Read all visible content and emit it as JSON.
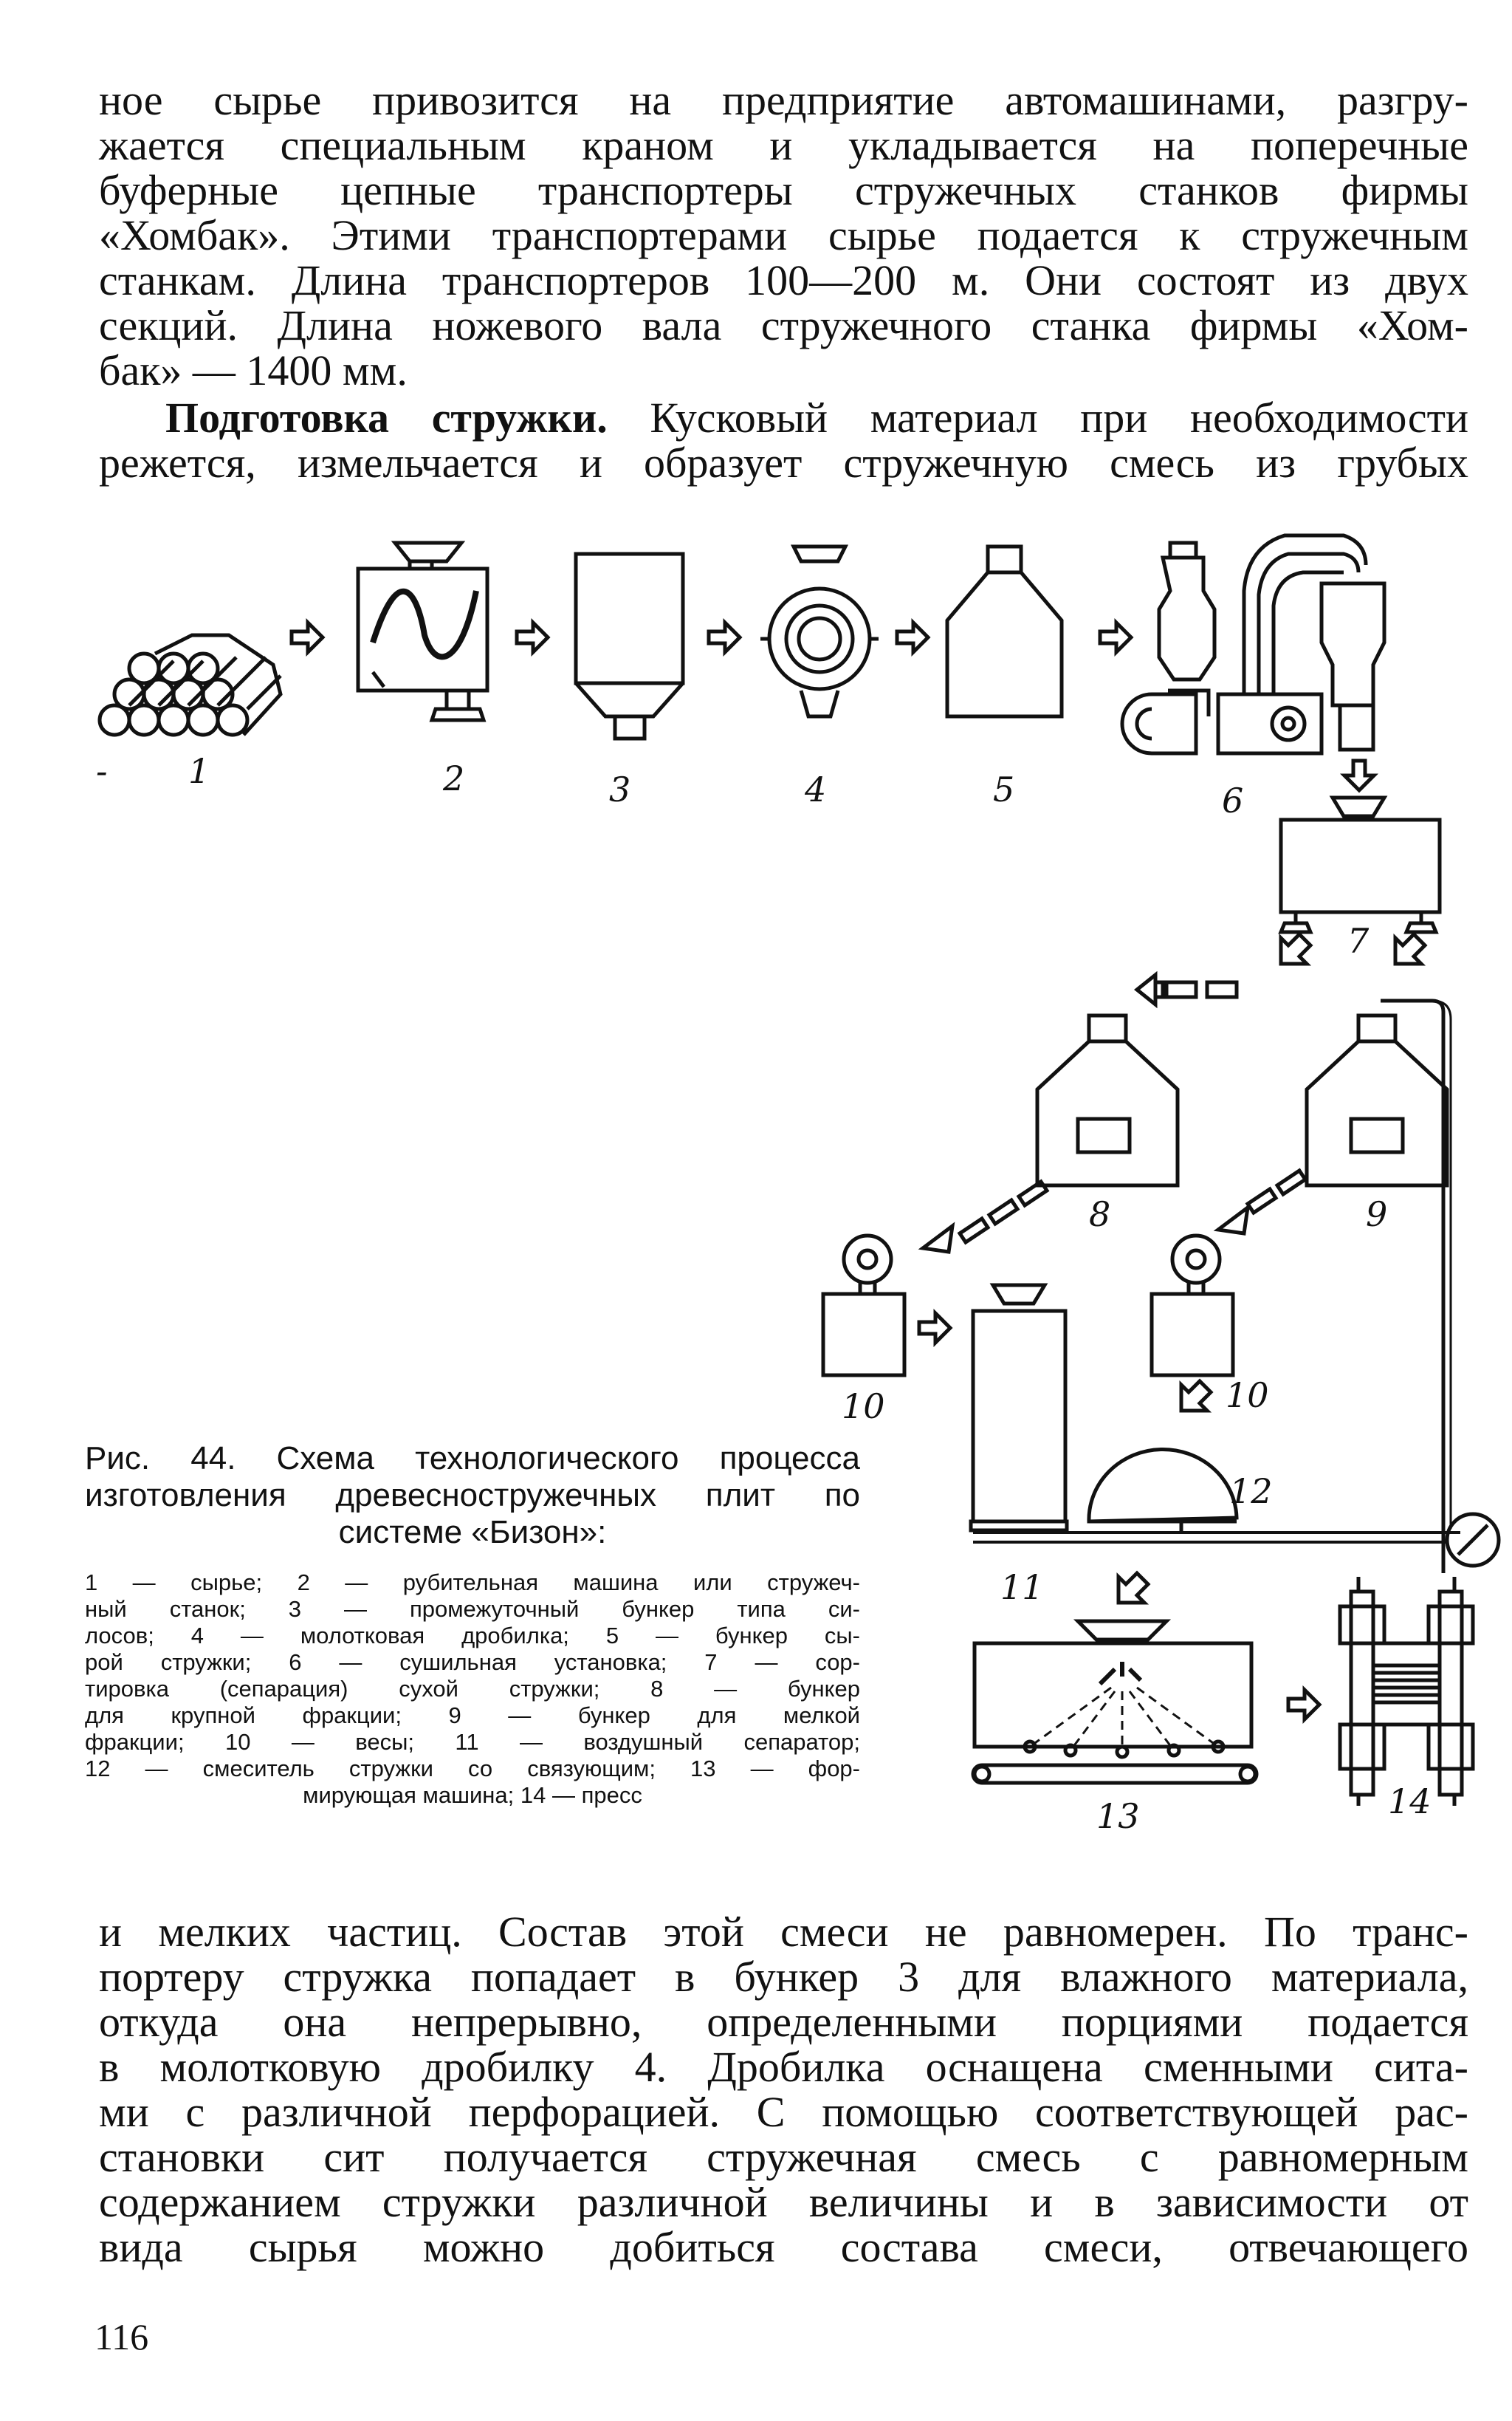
{
  "top_paragraph_lines": [
    "ное сырье привозится на предприятие автомашинами, разгру-",
    "жается специальным краном и укладывается на поперечные",
    "буферные цепные транспортеры стружечных станков фирмы",
    "«Хомбак». Этими транспортерами сырье подается к стружечным",
    "станкам. Длина транспортеров 100—200 м. Они состоят из двух",
    "секций. Длина ножевого вала стружечного станка фирмы «Хом-",
    "бак» — 1400 мм."
  ],
  "section": {
    "heading": "Подготовка стружки.",
    "line1_rest": " Кусковый материал при необходимости",
    "line2": "режется, измельчается и образует стружечную смесь из грубых"
  },
  "figure": {
    "labels": {
      "n1": "1",
      "n2": "2",
      "n3": "3",
      "n4": "4",
      "n5": "5",
      "n6": "6",
      "n7": "7",
      "n8": "8",
      "n9": "9",
      "n10a": "10",
      "n10b": "10",
      "n11": "11",
      "n12": "12",
      "n13": "13",
      "n14": "14"
    },
    "caption": "Рис. 44. Схема технологического процесса изготовления древесностружечных плит по системе «Бизон»:",
    "caption_lines": [
      "Рис. 44. Схема технологического процесса",
      "изготовления древесностружечных плит по",
      "системе «Бизон»:"
    ],
    "legend_lines": [
      "1 — сырье; 2 — рубительная машина или стружеч-",
      "ный станок; 3 — промежуточный бункер типа си-",
      "лосов; 4 — молотковая дробилка; 5 — бункер сы-",
      "рой стружки; 6 — сушильная установка; 7 — сор-",
      "тировка (сепарация) сухой стружки; 8 — бункер",
      "для крупной фракции; 9 — бункер для мелкой",
      "фракции; 10 — весы; 11 — воздушный сепаратор;",
      "12 — смеситель стружки со связующим; 13 — фор-",
      "мирующая машина; 14 — пресс"
    ]
  },
  "bottom_paragraph_lines": [
    "и мелких частиц. Состав этой смеси не равномерен. По транс-",
    "портеру стружка попадает в бункер 3 для влажного материала,",
    "откуда она непрерывно, определенными порциями подается",
    "в молотковую дробилку 4. Дробилка оснащена сменными сита-",
    "ми с различной перфорацией. С помощью соответствующей рас-",
    "становки сит получается стружечная смесь с равномерным",
    "содержанием стружки различной величины и в зависимости от",
    "вида сырья можно добиться состава смеси, отвечающего"
  ],
  "page_number": "116"
}
